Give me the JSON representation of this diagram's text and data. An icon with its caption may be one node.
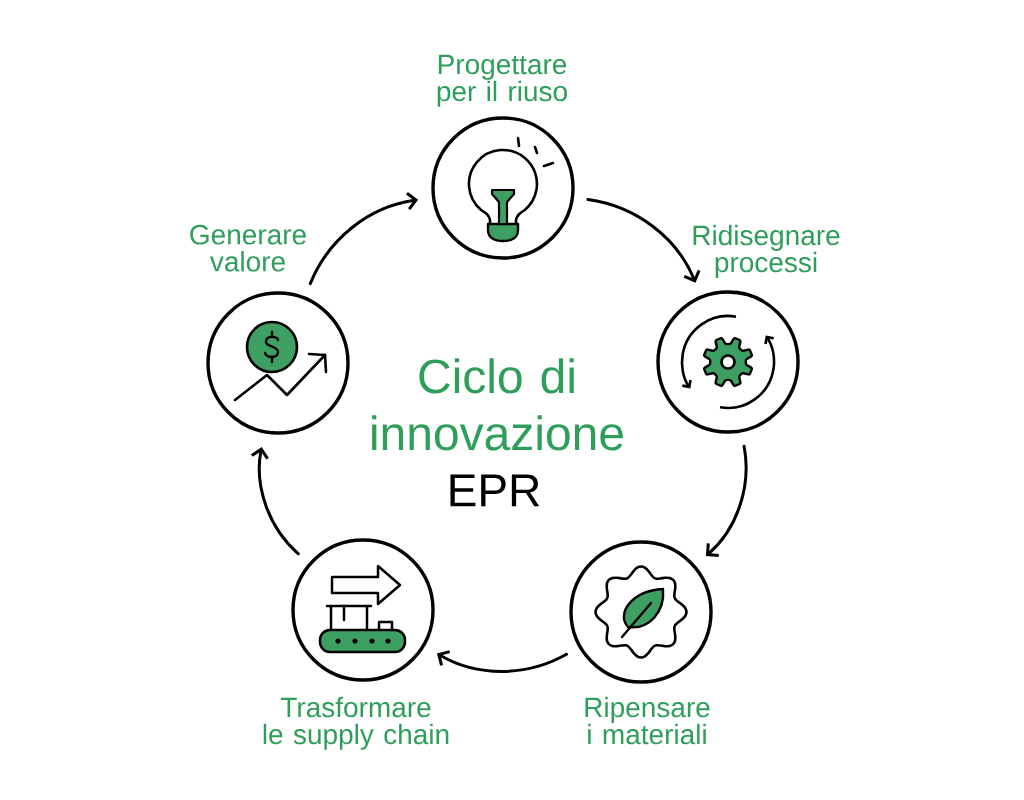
{
  "diagram": {
    "nodes": [
      {
        "text": [
          "Progettare per il riuso"
        ]
      },
      {
        "text": [
          "Ridisegnare processi"
        ]
      },
      {
        "text": [
          "Ripensare i materiali"
        ]
      },
      {
        "text": [
          "Trasformare le supply chain"
        ]
      },
      {
        "text": [
          "Generare valore"
        ]
      }
    ],
    "edges": [
      {
        "from": 0,
        "to": 1,
        "arrow": "to"
      },
      {
        "from": 1,
        "to": 2,
        "arrow": "to"
      },
      {
        "from": 2,
        "to": 3,
        "arrow": "to"
      },
      {
        "from": 3,
        "to": 4,
        "arrow": "to"
      },
      {
        "from": 4,
        "to": 0,
        "arrow": "to"
      }
    ],
    "labels": [
      "Ciclo di innovazione",
      "EPR"
    ]
  }
}
